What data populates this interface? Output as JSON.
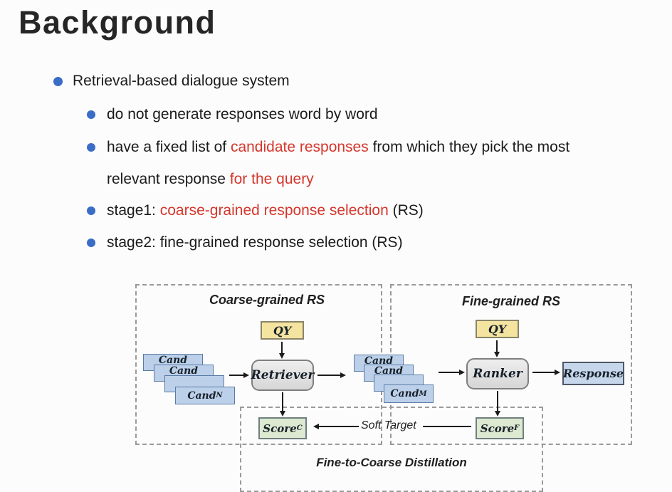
{
  "title": "Background",
  "colors": {
    "title": "#262626",
    "text": "#1b1b1b",
    "red": "#d6362c",
    "bullet": "#3a6cc8",
    "dash_border": "#9a9a9a",
    "qy_fill": "#f5e4a0",
    "qy_border": "#8a8468",
    "process_border": "#7f7f7f",
    "cand_fill": "#bdd0e9",
    "cand_border": "#5a7ca6",
    "response_fill": "#c7d7eb",
    "response_border": "#4d5866",
    "score_fill": "#dde9d0",
    "score_border": "#6e7f7f"
  },
  "bullets": [
    {
      "segs": [
        {
          "t": "Retrieval-based dialogue system"
        }
      ]
    },
    {
      "segs": [
        {
          "t": "do not generate responses word by word"
        }
      ]
    },
    {
      "segs": [
        {
          "t": "have a fixed list of "
        },
        {
          "t": "candidate responses"
        },
        {
          "t": " from which they pick the most"
        }
      ]
    },
    {
      "segs": [
        {
          "t": "relevant response "
        },
        {
          "t": "for the query"
        }
      ]
    },
    {
      "segs": [
        {
          "t": "stage1: "
        },
        {
          "t": "coarse-grained response selection"
        },
        {
          "t": " (RS)"
        }
      ]
    },
    {
      "segs": [
        {
          "t": "stage2: fine-grained response selection (RS)"
        }
      ]
    }
  ],
  "diagram": {
    "coarse": {
      "title": "Coarse-grained RS",
      "qy": "QY",
      "retriever": "Retriever"
    },
    "fine": {
      "title": "Fine-grained RS",
      "qy": "QY",
      "ranker": "Ranker",
      "response": "Response"
    },
    "distill": {
      "title": "Fine-to-Coarse Distillation",
      "soft_target": "Soft Target",
      "score_base": "Score",
      "score_c_sub": "C",
      "score_f_sub": "F"
    },
    "stack_left": {
      "card": "Cand",
      "front_base": "Cand",
      "front_sub": "N"
    },
    "stack_mid": {
      "card": "Cand",
      "front_base": "Cand",
      "front_sub": "M"
    }
  }
}
